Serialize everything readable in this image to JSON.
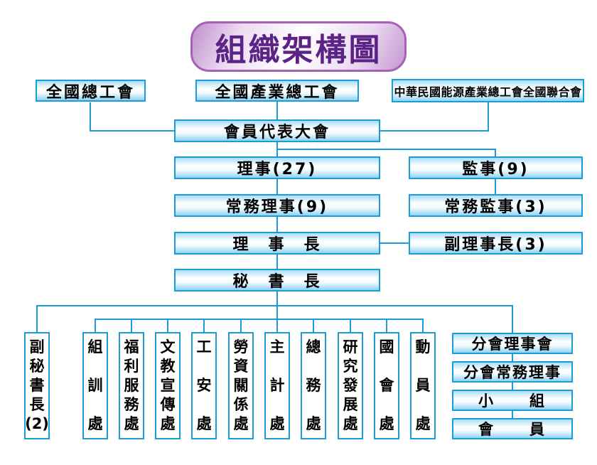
{
  "title": "組織架構圖",
  "colors": {
    "connector_blue": "#1b9cd8",
    "box_fill_top": "#a9def7",
    "box_fill_bottom": "#8fd3f1",
    "title_text": "#5c2386",
    "title_border": "#a661b6"
  },
  "nodes": {
    "national_union": "全國總工會",
    "industry_union": "全國產業總工會",
    "energy_federation": "中華民國能源產業總工會全國聯合會",
    "member_assembly": "會員代表大會",
    "directors": "理事(27)",
    "supervisors": "監事(9)",
    "standing_directors": "常務理事(9)",
    "standing_supervisors": "常務監事(3)",
    "chairman": "理　事　長",
    "vice_chairmen": "副理事長(3)",
    "secretary_general": "秘　書　長"
  },
  "departments": [
    "副秘書長(2)",
    "組訓處",
    "福利服務處",
    "文教宣傳處",
    "工安處",
    "勞資關係處",
    "主計處",
    "總務處",
    "研究發展處",
    "國會處",
    "動員處"
  ],
  "branch_chain": [
    "分會理事會",
    "分會常務理事",
    "小　　組",
    "會　　員"
  ]
}
